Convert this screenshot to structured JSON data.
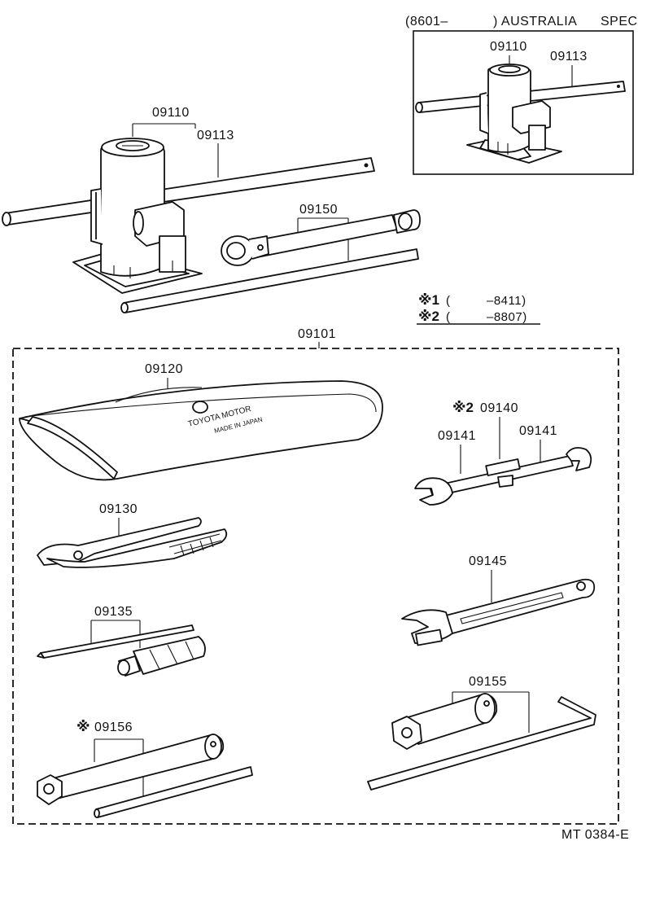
{
  "diagram": {
    "australia_spec_header": {
      "open": "(8601–",
      "close": ") AUSTRALIA",
      "spec": "SPEC"
    },
    "inset_parts": {
      "jack": "09110",
      "handle": "09113"
    },
    "main_parts": {
      "jack": "09110",
      "handle": "09113",
      "wrench_assembly": "09150",
      "tool_set": "09101",
      "tool_bag": "09120",
      "pliers": "09130",
      "screwdriver": "09135",
      "open_end_wrench_set": "09140",
      "wrench_left": "09141",
      "wrench_right": "09141",
      "adjustable_wrench": "09145",
      "plug_wrench": "09155",
      "plug_wrench_alt": "09156"
    },
    "marks": {
      "mark1": "※1",
      "mark2": "※2",
      "wrench_set_mark": "※2",
      "plug_wrench_mark": "※"
    },
    "legend": [
      {
        "mark": "※1",
        "open": "(",
        "range": "–8411)"
      },
      {
        "mark": "※2",
        "open": "(",
        "range": "–8807)"
      }
    ],
    "bag_text": {
      "line1": "TOYOTA MOTOR",
      "line2": "MADE IN JAPAN"
    },
    "figure_code": "MT 0384-E"
  }
}
